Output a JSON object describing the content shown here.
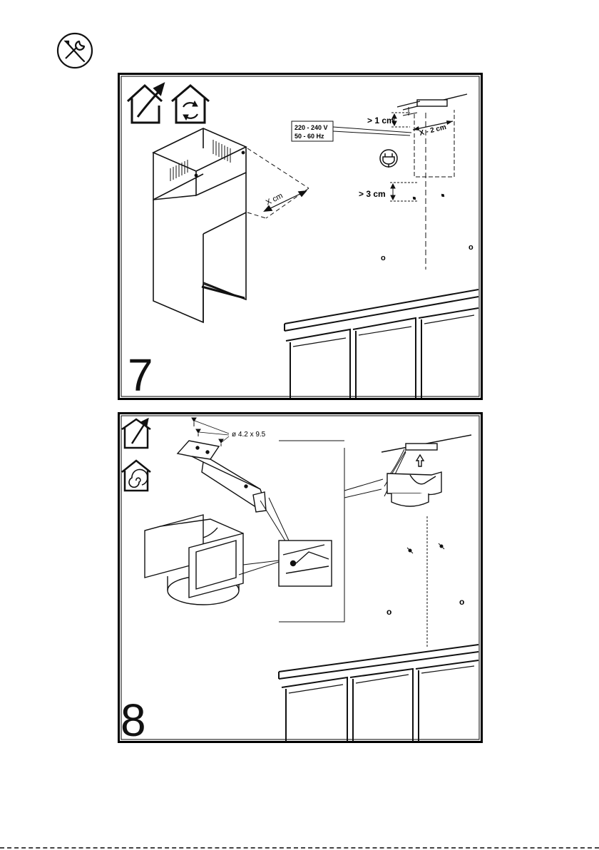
{
  "header": {
    "icon": "tools-icon"
  },
  "step7": {
    "number": "7",
    "icons": [
      "ducted-house-icon",
      "recirculation-house-icon"
    ],
    "dimension_width": "X cm",
    "electrical": {
      "voltage": "220 - 240 V",
      "frequency": "50 - 60 Hz"
    },
    "clearance_top": "> 1 cm",
    "bracket_width": "X - 2 cm",
    "clearance_bottom": "> 3 cm",
    "plug_icon": "power-plug-icon",
    "marks": [
      "o",
      "o"
    ]
  },
  "step8": {
    "number": "8",
    "icons": [
      "ducted-arrow-house-icon",
      "spiral-filter-house-icon"
    ],
    "screw_spec": "ø 4.2 x 9.5",
    "marks": [
      "o",
      "o"
    ]
  },
  "colors": {
    "line": "#111111",
    "background": "#ffffff",
    "frame": "#000000"
  }
}
